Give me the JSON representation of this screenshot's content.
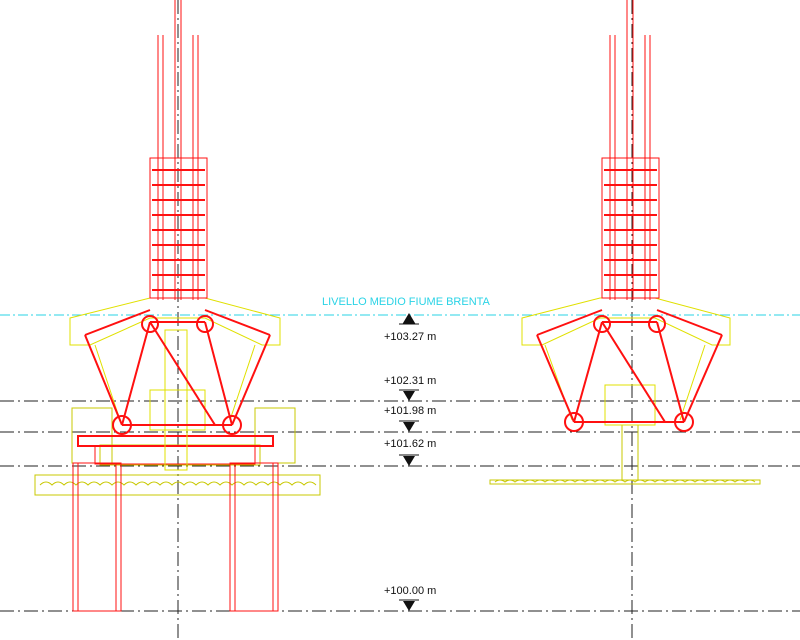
{
  "water_label": "LIVELLO MEDIO FIUME BRENTA",
  "levels": [
    {
      "text": "+103.27 m",
      "marker": "up"
    },
    {
      "text": "+102.31 m",
      "marker": "down"
    },
    {
      "text": "+101.98 m",
      "marker": "down"
    },
    {
      "text": "+101.62 m",
      "marker": "down"
    },
    {
      "text": "+100.00 m",
      "marker": "down"
    }
  ],
  "colors": {
    "structure": "#ff1010",
    "timber": "#e0e000",
    "ground": "#c8c800",
    "water": "#2ad3e6",
    "axis": "#222222"
  }
}
